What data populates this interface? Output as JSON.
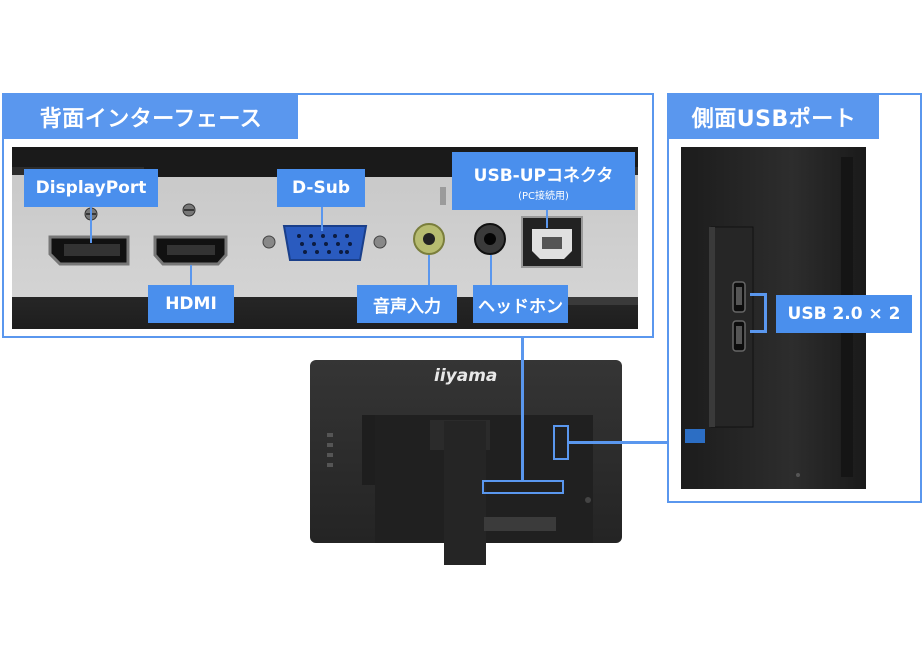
{
  "sections": {
    "rear": {
      "title": "背面インターフェース"
    },
    "side": {
      "title": "側面USBポート"
    }
  },
  "labels": {
    "displayport": "DisplayPort",
    "dsub": "D-Sub",
    "usb_up": "USB-UPコネクタ",
    "usb_up_sub": "(PC接続用)",
    "hdmi": "HDMI",
    "audio_in": "音声入力",
    "headphone": "ヘッドホン",
    "usb_side": "USB 2.0 × 2"
  },
  "brand": {
    "logo": "iiyama"
  },
  "colors": {
    "accent": "#5a97ee",
    "label_bg": "#4a8fed",
    "monitor": "#2a2a2a"
  },
  "icons": [
    "displayport-port-icon",
    "hdmi-port-icon",
    "dsub-port-icon",
    "audio-jack-icon",
    "headphone-jack-icon",
    "usb-b-port-icon",
    "usb-a-port-icon"
  ]
}
